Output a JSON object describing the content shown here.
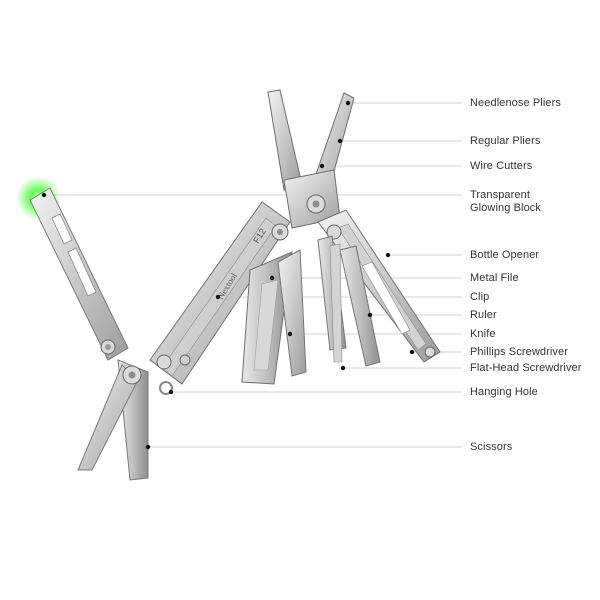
{
  "callouts": [
    {
      "label": "Needlenose Pliers"
    },
    {
      "label": "Regular Pliers"
    },
    {
      "label": "Wire Cutters"
    },
    {
      "label": "Transparent\nGlowing Block"
    },
    {
      "label": "Bottle Opener"
    },
    {
      "label": "Metal File"
    },
    {
      "label": "Clip"
    },
    {
      "label": "Ruler"
    },
    {
      "label": "Knife"
    },
    {
      "label": "Phillips Screwdriver"
    },
    {
      "label": "Flat-Head Screwdriver"
    },
    {
      "label": "Hanging Hole"
    },
    {
      "label": "Scissors"
    }
  ],
  "engraving": {
    "brand": "Nextool",
    "model": "F12"
  },
  "colors": {
    "steel_light": "#e4e4e4",
    "steel_mid": "#b8b8b8",
    "steel_dark": "#6e6e6e",
    "leader_line": "#bdbdbd",
    "dot": "#111111",
    "glow": "#3cff3c"
  }
}
